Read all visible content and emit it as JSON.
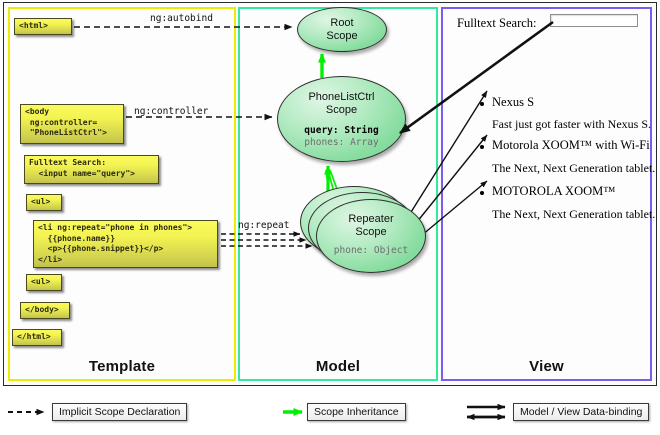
{
  "diagram": {
    "title": "AngularJS Scope Hierarchy: Template / Model / View",
    "colors": {
      "template_border": "#ecec00",
      "model_border": "#33e9a0",
      "view_border": "#7b5cf0",
      "scope_fill": "#88dda0",
      "code_fill": "#f2f252",
      "inheritance_arrow": "#00f000",
      "databinding_arrow": "#000000",
      "implicit_arrow": "#000000"
    },
    "columns": [
      {
        "key": "template",
        "label": "Template"
      },
      {
        "key": "model",
        "label": "Model"
      },
      {
        "key": "view",
        "label": "View"
      }
    ]
  },
  "template": {
    "label": "Template",
    "code_boxes": [
      {
        "name": "html-open-tag",
        "text": "<html>"
      },
      {
        "name": "body-controller-tag",
        "text": "<body\n ng:controller=\n \"PhoneListCtrl\">"
      },
      {
        "name": "fulltext-search-input",
        "text": "Fulltext Search:\n  <input name=\"query\">"
      },
      {
        "name": "ul-open-tag",
        "text": "<ul>"
      },
      {
        "name": "li-repeat-block",
        "text": "<li ng:repeat=\"phone in phones\">\n  {{phone.name}}\n  <p>{{phone.snippet}}</p>\n</li>"
      },
      {
        "name": "ul-close-tag",
        "text": "<ul>"
      },
      {
        "name": "body-close-tag",
        "text": "</body>"
      },
      {
        "name": "html-close-tag",
        "text": "</html>"
      }
    ]
  },
  "model": {
    "label": "Model",
    "scopes": [
      {
        "name": "root-scope",
        "title_line1": "Root",
        "title_line2": "Scope",
        "properties": []
      },
      {
        "name": "phonelistctrl-scope",
        "title_line1": "PhoneListCtrl",
        "title_line2": "Scope",
        "properties": [
          {
            "key": "query",
            "type": "String",
            "emphasis": "bold"
          },
          {
            "key": "phones",
            "type": "Array",
            "emphasis": "dim"
          }
        ]
      },
      {
        "name": "repeater-scope",
        "title_line1": "Repeater",
        "title_line2": "Scope",
        "stack_count": 3,
        "properties": [
          {
            "key": "phone",
            "type": "Object",
            "emphasis": "dim"
          }
        ]
      }
    ]
  },
  "view": {
    "label": "View",
    "search_label": "Fulltext Search:",
    "search_value": "",
    "search_placeholder": "",
    "items": [
      {
        "name": "Nexus S",
        "snippet": "Fast just got faster with Nexus S."
      },
      {
        "name": "Motorola XOOM™  with Wi-Fi",
        "snippet": "The Next, Next Generation tablet."
      },
      {
        "name": "MOTOROLA XOOM™",
        "snippet": "The Next, Next Generation tablet."
      }
    ]
  },
  "connectors": {
    "autobind_label": "ng:autobind",
    "controller_label": "ng:controller",
    "repeat_label": "ng:repeat"
  },
  "legend": {
    "items": [
      {
        "name": "implicit-scope-declaration",
        "label": "Implicit Scope Declaration",
        "style": "dashed-arrow",
        "color": "#000000"
      },
      {
        "name": "scope-inheritance",
        "label": "Scope Inheritance",
        "style": "solid-arrow",
        "color": "#00f000"
      },
      {
        "name": "model-view-data-binding",
        "label": "Model / View Data-binding",
        "style": "double-arrow",
        "color": "#000000"
      }
    ]
  }
}
